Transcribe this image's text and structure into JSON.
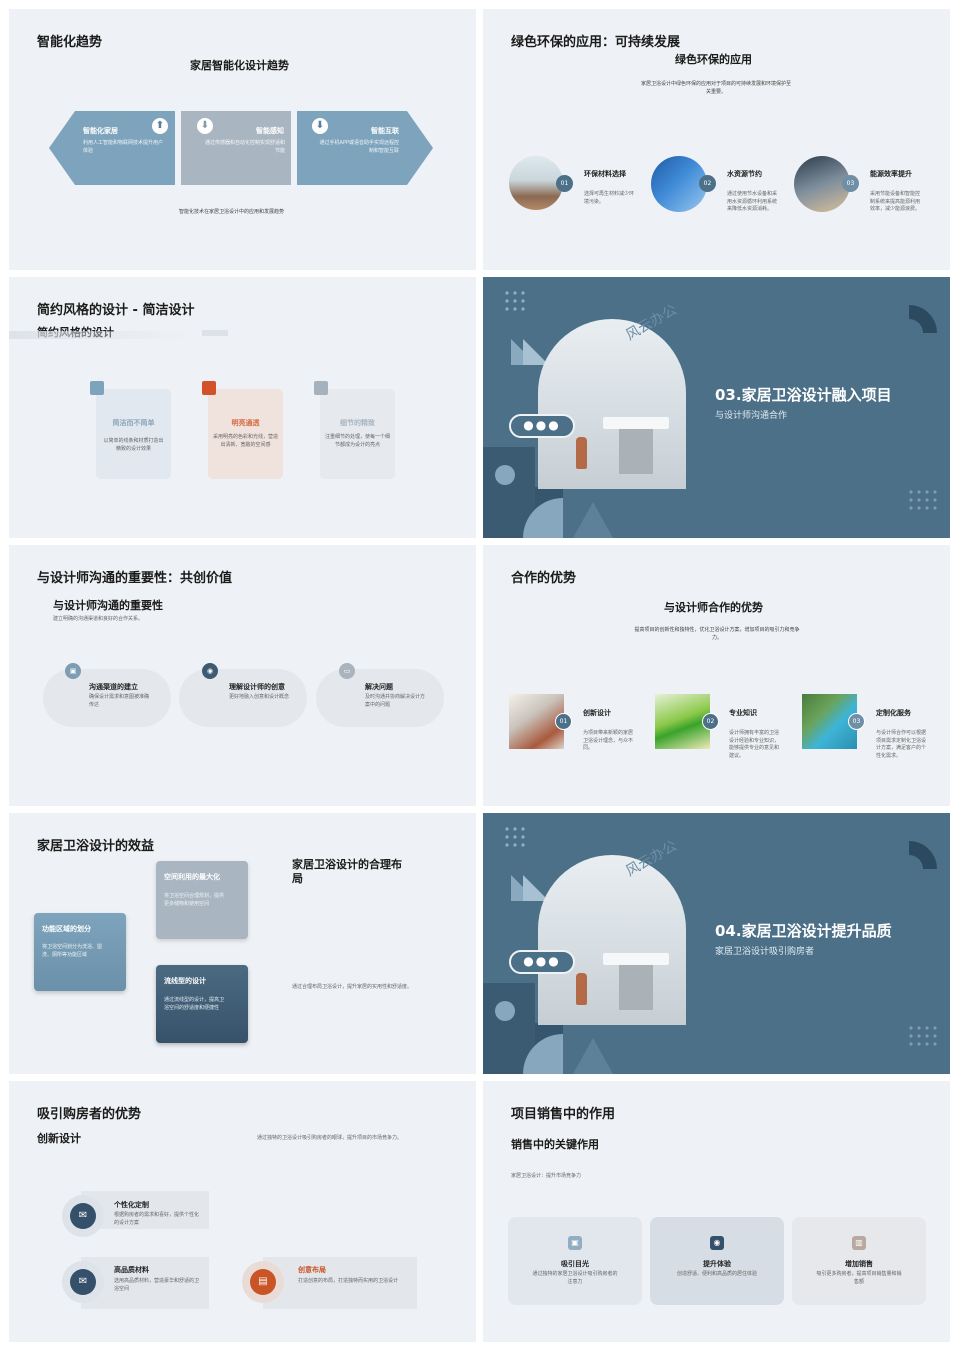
{
  "s1": {
    "title": "智能化趋势",
    "subtitle": "家居智能化设计趋势",
    "items": [
      {
        "label": "智能化家居",
        "desc": "利用人工智能和物联网技术提升用户体验"
      },
      {
        "label": "智能感知",
        "desc": "通过传感器和自动化控制实现舒适和节能"
      },
      {
        "label": "智能互联",
        "desc": "通过手机APP或语音助手实现远程控制和智能互联"
      }
    ],
    "caption": "智能化技术在家居卫浴设计中的应用和发展趋势"
  },
  "s2": {
    "title": "绿色环保的应用：可持续发展",
    "subtitle": "绿色环保的应用",
    "desc": "家居卫浴设计中绿色环保的应用对于项目的可持续发展和环境保护至关重要。",
    "items": [
      {
        "num": "01",
        "label": "环保材料选择",
        "desc": "选择可再生材料减少环境污染。"
      },
      {
        "num": "02",
        "label": "水资源节约",
        "desc": "通过使用节水设备和采用水资源循环利用系统来降低水资源消耗。"
      },
      {
        "num": "03",
        "label": "能源效率提升",
        "desc": "采用节能设备和智能控制系统来提高能源利用效率，减少能源浪费。"
      }
    ]
  },
  "s3": {
    "title": "简约风格的设计 - 简洁设计",
    "subtitle": "简约风格的设计",
    "items": [
      {
        "label": "简洁而不简单",
        "desc": "以简单的线条和材质打造出精致的设计效果"
      },
      {
        "label": "明亮通透",
        "desc": "采用明亮的色彩和光线，营造出清新、宽敞的空间感"
      },
      {
        "label": "细节的精致",
        "desc": "注重细节的处理，使每一个细节都成为设计的亮点"
      }
    ]
  },
  "s4": {
    "title": "03.家居卫浴设计融入项目",
    "subtitle": "与设计师沟通合作",
    "watermark": "风云办公"
  },
  "s5": {
    "title": "与设计师沟通的重要性：共创价值",
    "subtitle": "与设计师沟通的重要性",
    "desc": "建立明确的沟通渠道和良好的合作关系。",
    "items": [
      {
        "label": "沟通渠道的建立",
        "desc": "确保设计需求和意图被准确传达"
      },
      {
        "label": "理解设计师的创意",
        "desc": "更好地融入创意和设计概念"
      },
      {
        "label": "解决问题",
        "desc": "及时沟通并协商解决设计方案中的问题"
      }
    ]
  },
  "s6": {
    "title": "合作的优势",
    "subtitle": "与设计师合作的优势",
    "desc": "提高项目的创新性和独特性，优化卫浴设计方案，增加项目的吸引力和竞争力。",
    "items": [
      {
        "num": "01",
        "label": "创新设计",
        "desc": "为项目带来新颖的家居卫浴设计理念，与众不同。"
      },
      {
        "num": "02",
        "label": "专业知识",
        "desc": "设计师拥有丰富的卫浴设计经验和专业知识，能够提供专业的意见和建议。"
      },
      {
        "num": "03",
        "label": "定制化服务",
        "desc": "与设计师合作可以根据项目需求定制化卫浴设计方案，满足客户的个性化需求。"
      }
    ]
  },
  "s7": {
    "title": "家居卫浴设计的效益",
    "subtitle": "家居卫浴设计的合理布局",
    "desc": "通过合理布局卫浴设计，提升家居的实用性和舒适度。",
    "items": [
      {
        "label": "功能区域的划分",
        "desc": "将卫浴空间划分为洗浴、盥洗、厕所等功能区域"
      },
      {
        "label": "空间利用的最大化",
        "desc": "将卫浴空间合理规划，提供更多储物和使用空间"
      },
      {
        "label": "流线型的设计",
        "desc": "通过流线型的设计，提高卫浴空间的舒适度和便捷性"
      }
    ]
  },
  "s8": {
    "title": "04.家居卫浴设计提升品质",
    "subtitle": "家居卫浴设计吸引购房者",
    "watermark": "风云办公"
  },
  "s9": {
    "title": "吸引购房者的优势",
    "subtitle": "创新设计",
    "desc": "通过独特的卫浴设计吸引购房者的眼球，提升项目的市场竞争力。",
    "items": [
      {
        "label": "个性化定制",
        "desc": "根据购房者的需求和喜好，提供个性化的设计方案"
      },
      {
        "label": "高品质材料",
        "desc": "选用高品质材料，营造豪华和舒适的卫浴空间"
      },
      {
        "label": "创意布局",
        "desc": "打造创意的布局，打造独特而实用的卫浴设计"
      }
    ]
  },
  "s10": {
    "title": "项目销售中的作用",
    "subtitle": "销售中的关键作用",
    "desc": "家居卫浴设计：提升市场竞争力",
    "items": [
      {
        "label": "吸引目光",
        "desc": "通过独特的家居卫浴设计吸引购房者的注意力"
      },
      {
        "label": "提升体验",
        "desc": "创造舒适、便利和高品质的居住体验"
      },
      {
        "label": "增加销售",
        "desc": "吸引更多购房者，提高项目销售量和销售额"
      }
    ]
  },
  "colors": {
    "accent": "#c85a2a",
    "steel": "#4b7088",
    "light": "#eef1f5"
  }
}
